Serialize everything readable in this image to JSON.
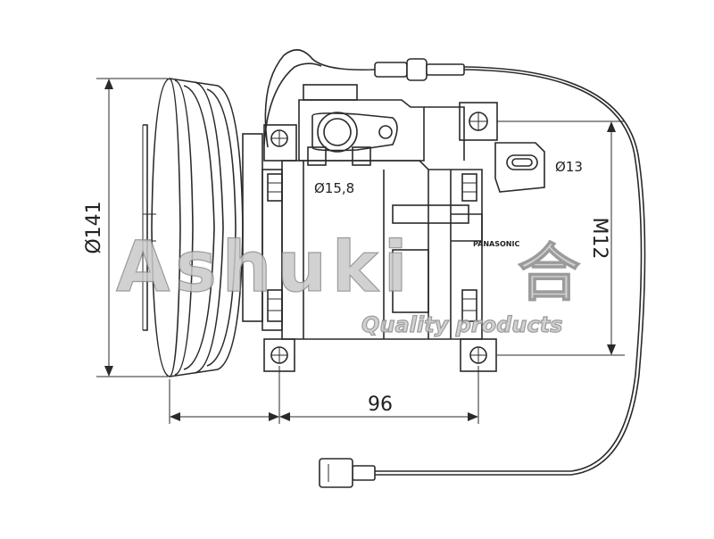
{
  "dimensions": {
    "pulley_diameter": "Ø141",
    "port_large": "Ø15,8",
    "port_small": "Ø13",
    "mount_spacing": "96",
    "thread": "M12"
  },
  "part_label": "PANASONIC",
  "watermark": {
    "brand": "Ashuki",
    "tagline": "Quality products"
  },
  "colors": {
    "line": "#2a2a2a",
    "watermark_fill": "#c9c9c9",
    "watermark_stroke": "#8a8a8a"
  }
}
